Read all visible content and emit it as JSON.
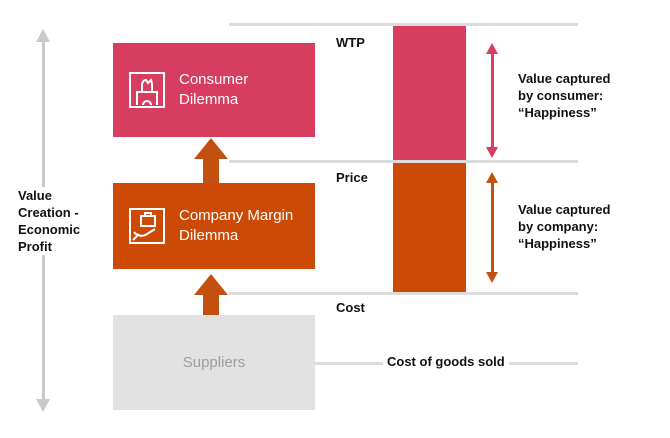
{
  "colors": {
    "pink": "#D63D5E",
    "orange": "#CC4A06",
    "arrow-orange": "#C4500F",
    "line-gray": "#DCDCDC",
    "axis-gray": "#C9C9C9",
    "suppliers-bg": "#E2E2E2",
    "suppliers-text": "#9C9C9C",
    "ink": "#111111"
  },
  "left_axis": {
    "label_lines": [
      "Value",
      "Creation -",
      "Economic",
      "Profit"
    ]
  },
  "boxes": {
    "consumer": {
      "label_lines": [
        "Consumer",
        "Dilemma"
      ],
      "icon": "consumer-fist-icon"
    },
    "company": {
      "label_lines": [
        "Company Margin",
        "Dilemma"
      ],
      "icon": "briefcase-hand-icon"
    },
    "suppliers": {
      "label": "Suppliers"
    }
  },
  "levels": {
    "wtp": "WTP",
    "price": "Price",
    "cost": "Cost",
    "cogs_label": "Cost of goods sold"
  },
  "annotations": {
    "consumer": {
      "lines": [
        "Value captured",
        "by consumer:",
        "“Happiness”"
      ]
    },
    "company": {
      "lines": [
        "Value captured",
        "by company:",
        "“Happiness”"
      ]
    }
  }
}
